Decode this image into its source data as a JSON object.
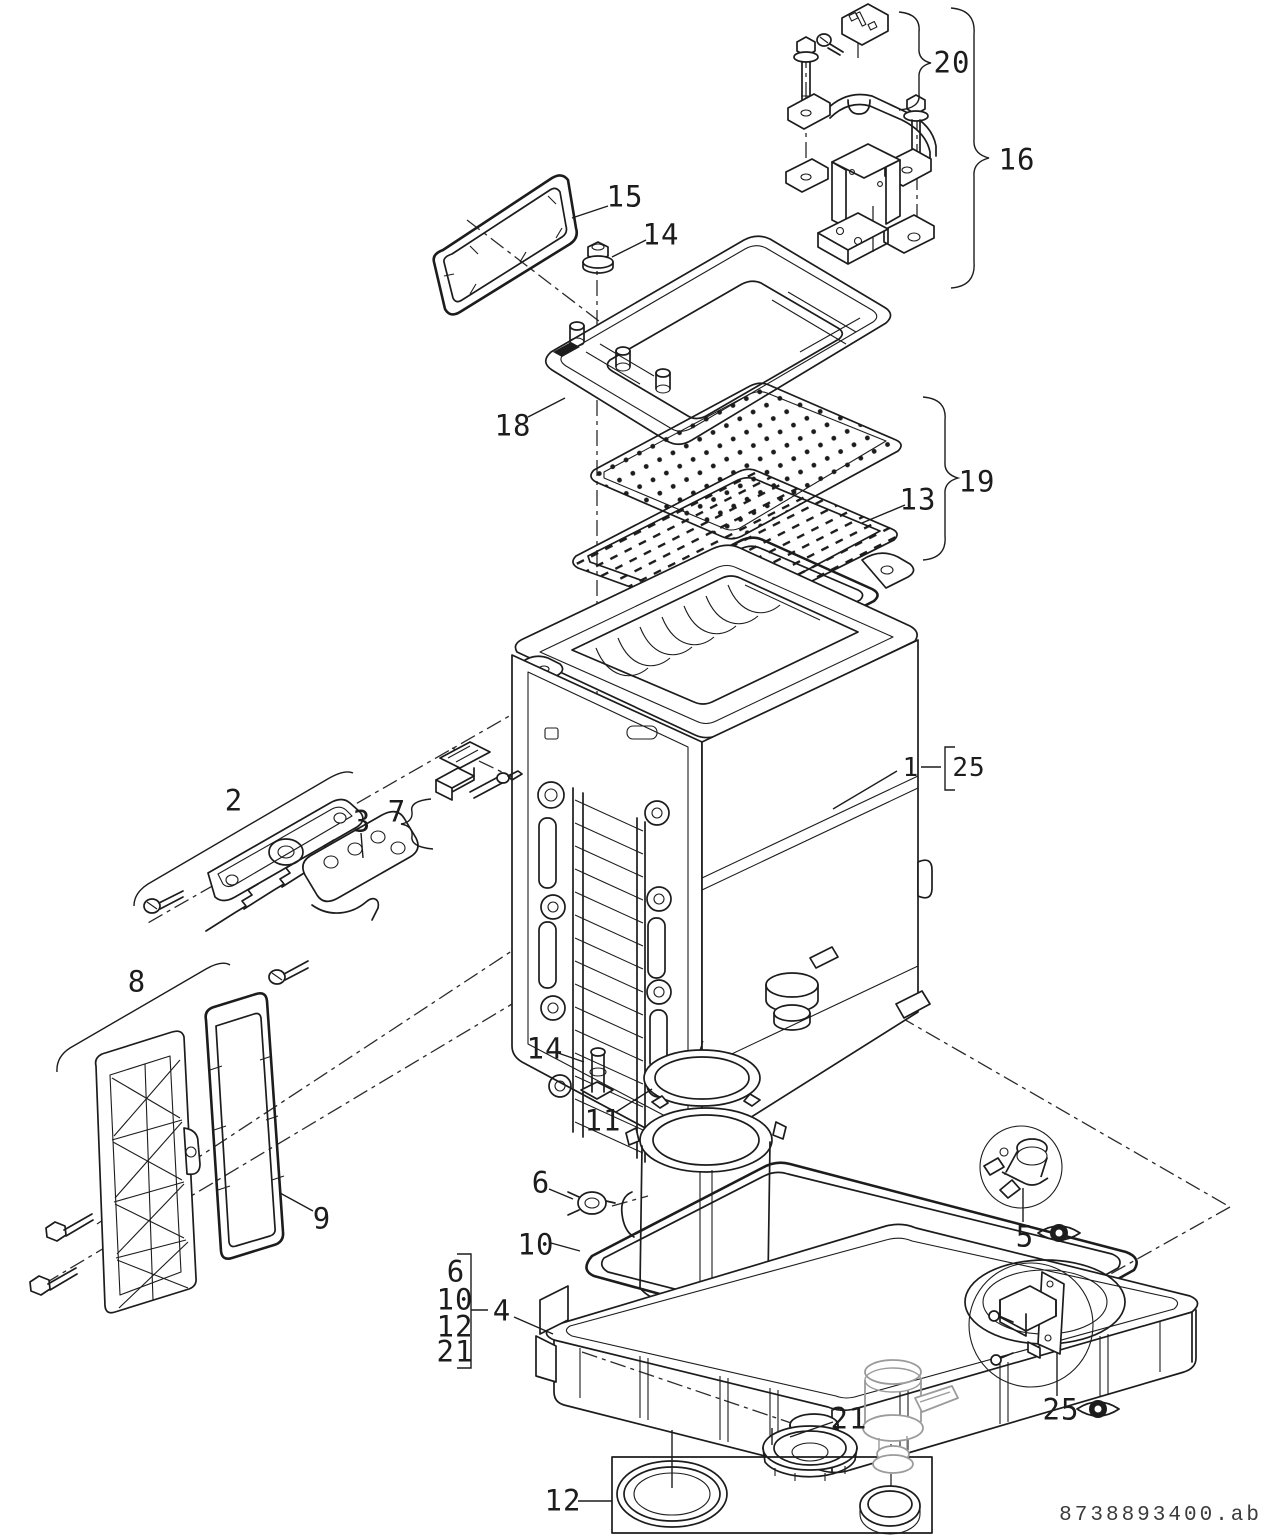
{
  "document": {
    "part_number": "8738893400.ab",
    "type_label": "exploded-parts-diagram"
  },
  "colors": {
    "line": "#1c1c1c",
    "muted_part": "#9b9b9b",
    "background": "#ffffff"
  },
  "icons": {
    "view_5": "eye-icon",
    "view_25": "eye-icon"
  },
  "callouts": {
    "c20": "20",
    "c16": "16",
    "c15": "15",
    "c14_top": "14",
    "c18": "18",
    "c19": "19",
    "c13": "13",
    "c1": "1",
    "c25_bracket": "25",
    "c2": "2",
    "c3": "3",
    "c7": "7",
    "c8": "8",
    "c9": "9",
    "c14_bottom": "14",
    "c11": "11",
    "c6": "6",
    "c10": "10",
    "stack_6": "6",
    "stack_10": "10",
    "stack_12": "12",
    "stack_21": "21",
    "c4": "4",
    "c21": "21",
    "c5": "5",
    "c25_eye": "25",
    "c12": "12"
  }
}
